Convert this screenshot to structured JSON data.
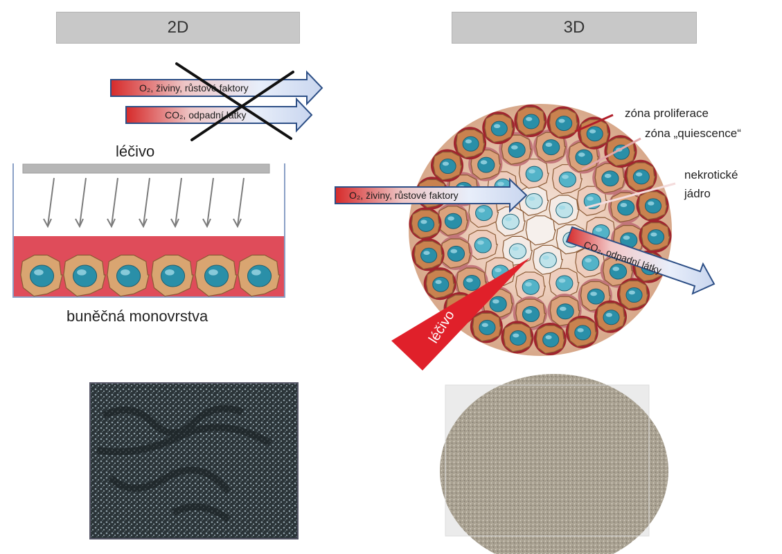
{
  "panels": {
    "left": {
      "header": "2D",
      "drug_label": "léčivo",
      "bottom_label": "buněčná monovrstva"
    },
    "right": {
      "header": "3D",
      "drug_label": "léčivo"
    }
  },
  "arrows": {
    "left_in": {
      "label": "O₂, živiny, růstové faktory"
    },
    "left_out": {
      "label": "CO₂, odpadní látky"
    },
    "right_in": {
      "label": "O₂, živiny, růstové faktory"
    },
    "right_out": {
      "label": "CO₂, odpadní látky"
    }
  },
  "zones": {
    "proliferation": "zóna proliferace",
    "quiescence": "zóna „quiescence“",
    "necrotic_line1": "nekrotické",
    "necrotic_line2": "jádro"
  },
  "colors": {
    "arrow_red": "#d62a2a",
    "arrow_light": "#dfe7f5",
    "arrow_border": "#2d4f86",
    "medium_red": "#df4c5a",
    "cell_body": "#d9a571",
    "cell_outer_dark": "#a0242e",
    "nucleus": "#2a8fa8",
    "drug_wedge": "#e0202a"
  },
  "icons": {
    "cross": "x-cross-icon",
    "drug_arrows": "down-arrow-icon"
  }
}
